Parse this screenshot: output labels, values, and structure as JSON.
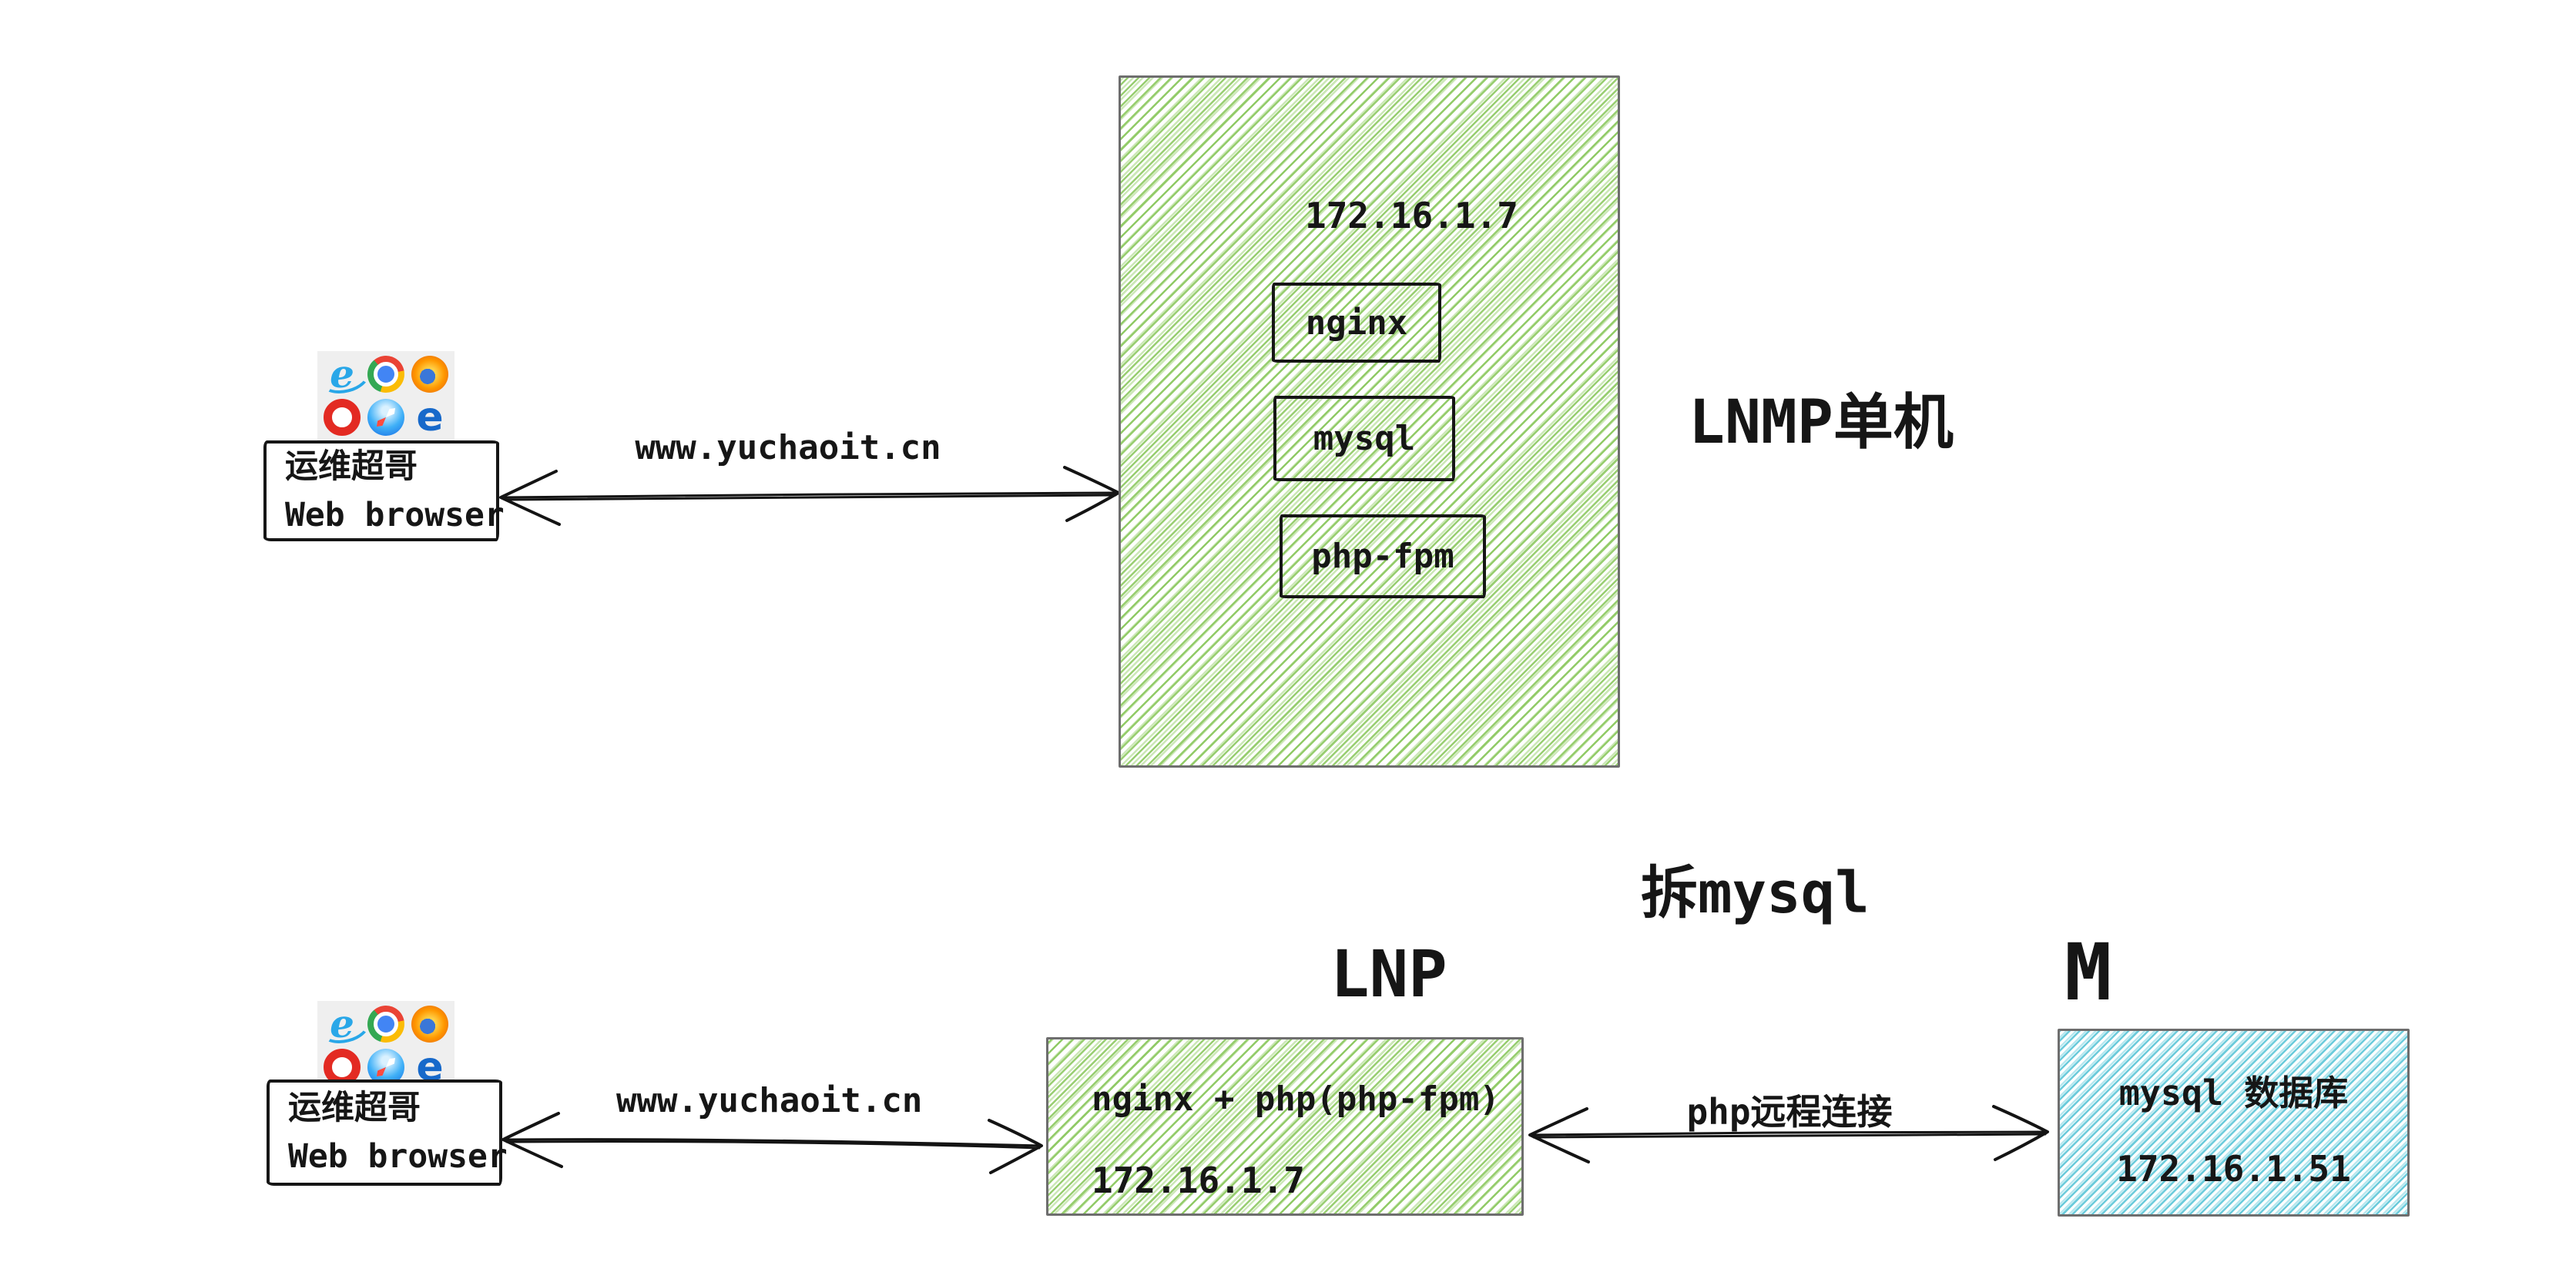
{
  "colors": {
    "green_hatch_line": "#86c558",
    "blue_hatch_line": "#46bed2",
    "frame_gray": "#6e6e6e",
    "ink": "#161616"
  },
  "client": {
    "name": "运维超哥",
    "device": "Web browser",
    "browser_icons": [
      "ie-icon",
      "chrome-icon",
      "firefox-icon",
      "opera-icon",
      "safari-icon",
      "edge-icon"
    ]
  },
  "top": {
    "request_label": "www.yuchaoit.cn",
    "server_ip": "172.16.1.7",
    "services": [
      "nginx",
      "mysql",
      "php-fpm"
    ],
    "caption": "LNMP单机"
  },
  "bottom": {
    "request_label": "www.yuchaoit.cn",
    "caption": "拆mysql",
    "lnp": {
      "title": "LNP",
      "stack": "nginx + php(php-fpm)",
      "ip": "172.16.1.7"
    },
    "link_label": "php远程连接",
    "db": {
      "title": "M",
      "name": "mysql 数据库",
      "ip": "172.16.1.51"
    }
  }
}
